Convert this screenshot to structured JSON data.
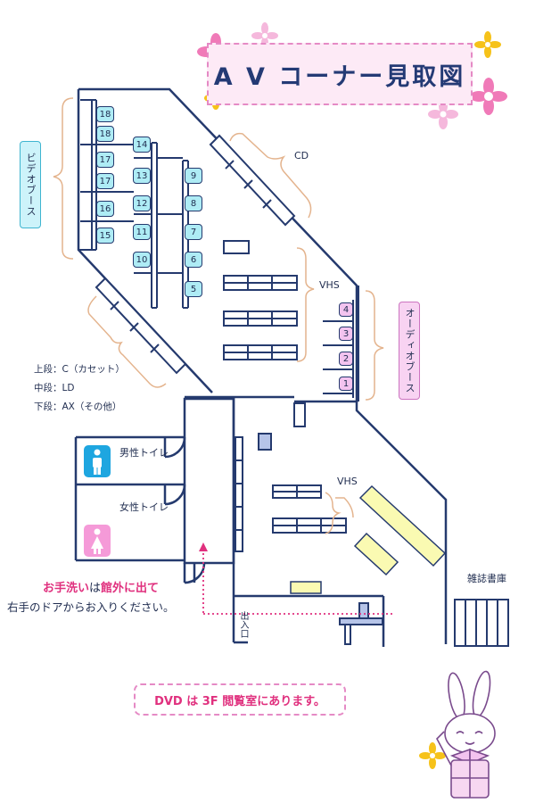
{
  "title": "A V コーナー見取図",
  "labels": {
    "video_booth": "ビデオブース",
    "audio_booth": "オーディオブース",
    "cd": "CD",
    "vhs_upper": "VHS",
    "vhs_lower": "VHS",
    "men_toilet": "男性トイレ",
    "women_toilet": "女性トイレ",
    "magazine_storage": "雑誌書庫",
    "entrance": "出入口"
  },
  "legend": [
    "上段：C（カセット）",
    "中段：LD",
    "下段：AX（その他）"
  ],
  "wash_note": {
    "part1": "お手洗い",
    "part2": "は",
    "part3": "館外に出て",
    "line2": "右手のドアからお入りください。"
  },
  "dvd_note": "DVD は 3F 閲覧室にあります。",
  "booths_left": [
    "18",
    "18",
    "17",
    "17",
    "16",
    "15"
  ],
  "booths_middle": [
    "14",
    "13",
    "12",
    "11",
    "10"
  ],
  "booths_right": [
    "9",
    "8",
    "7",
    "6",
    "5"
  ],
  "booths_audio": [
    "4",
    "3",
    "2",
    "1"
  ],
  "colors": {
    "wall": "#253a6e",
    "booth_fill": "#aeecf5",
    "audio_fill": "#f3c3ef",
    "shelf_yellow": "#fafab2",
    "pink_accent": "#e0307e",
    "bracket": "#e4b48e",
    "men_icon_bg": "#1ea6e0",
    "women_icon_bg": "#f59ad8"
  }
}
